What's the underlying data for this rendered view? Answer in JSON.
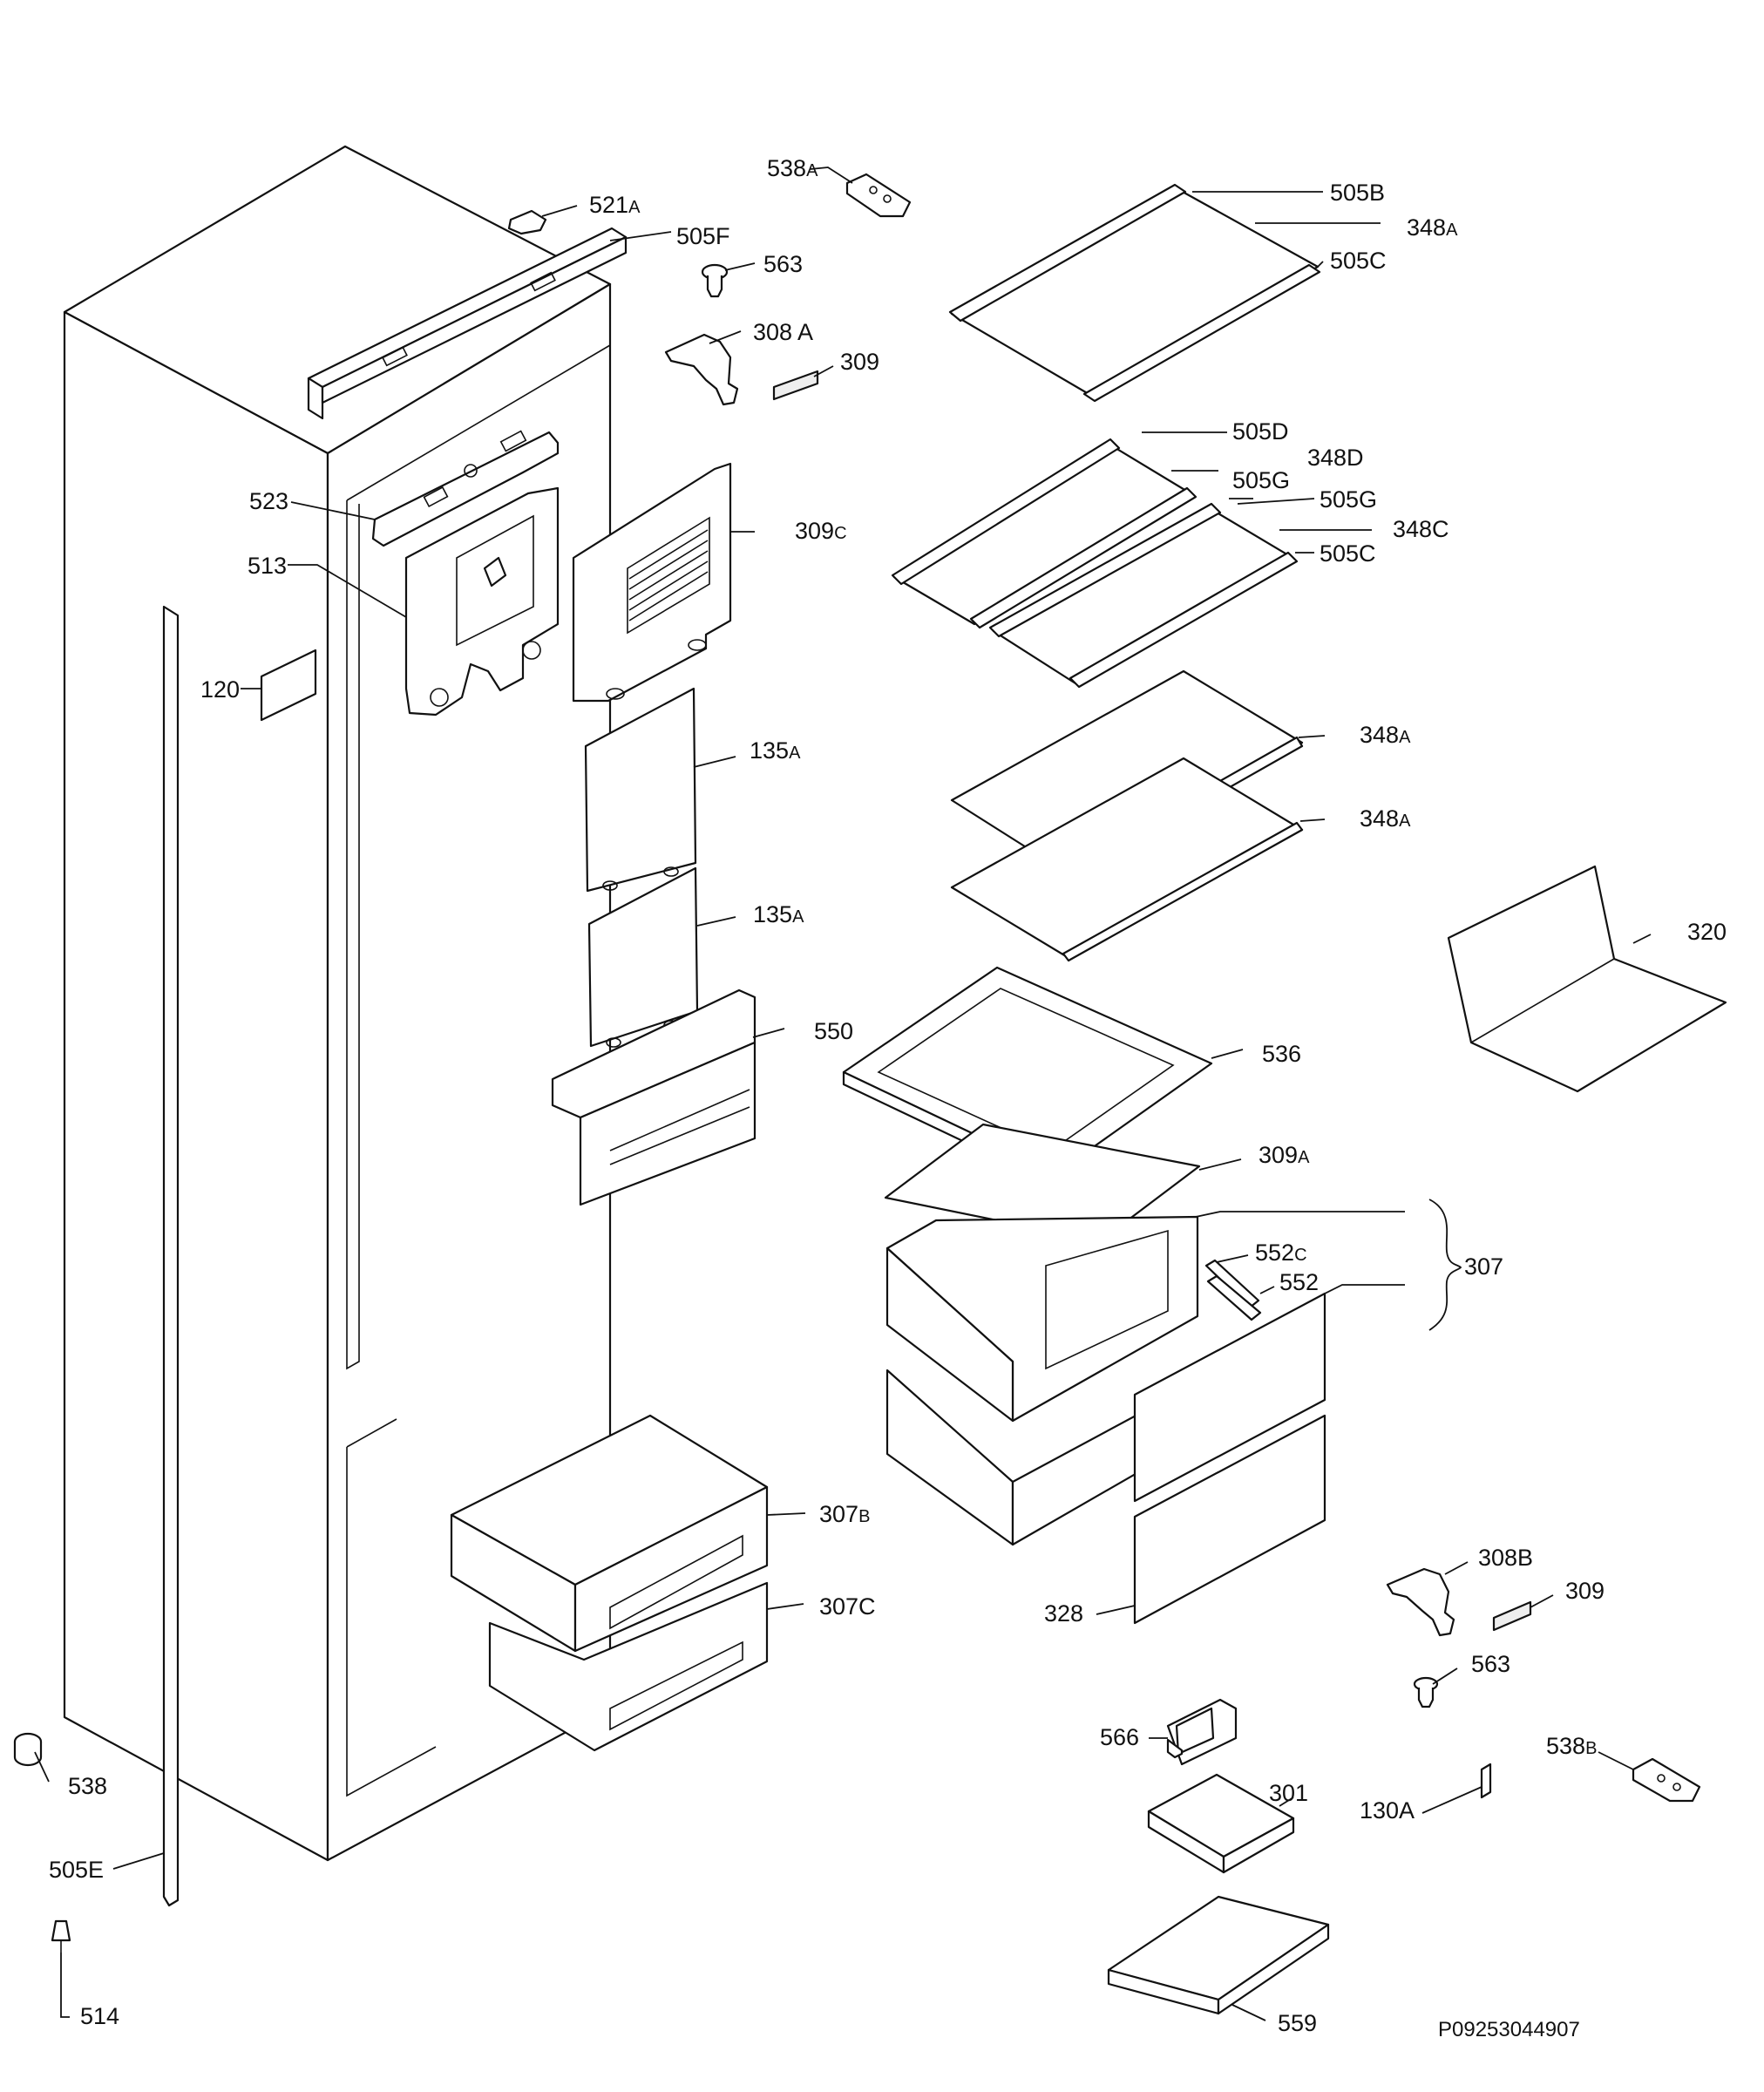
{
  "labels": [
    {
      "key": "l521a",
      "main": "521",
      "sub": "A"
    },
    {
      "key": "l538a",
      "main": "538",
      "sub": "A"
    },
    {
      "key": "l505f",
      "main": "505F",
      "sub": ""
    },
    {
      "key": "l563a",
      "main": "563",
      "sub": ""
    },
    {
      "key": "l308a",
      "main": "308 A",
      "sub": ""
    },
    {
      "key": "l309a",
      "main": "309",
      "sub": ""
    },
    {
      "key": "l505b",
      "main": "505B",
      "sub": ""
    },
    {
      "key": "l348a1",
      "main": "348",
      "sub": "A"
    },
    {
      "key": "l505c1",
      "main": "505C",
      "sub": ""
    },
    {
      "key": "l505d",
      "main": "505D",
      "sub": ""
    },
    {
      "key": "l348d",
      "main": "348D",
      "sub": ""
    },
    {
      "key": "l505g1",
      "main": "505G",
      "sub": ""
    },
    {
      "key": "l505g2",
      "main": "505G",
      "sub": ""
    },
    {
      "key": "l348c",
      "main": "348C",
      "sub": ""
    },
    {
      "key": "l505c2",
      "main": "505C",
      "sub": ""
    },
    {
      "key": "l523",
      "main": "523",
      "sub": ""
    },
    {
      "key": "l513",
      "main": "513",
      "sub": ""
    },
    {
      "key": "l309c",
      "main": "309",
      "sub": "C"
    },
    {
      "key": "l120",
      "main": "120",
      "sub": ""
    },
    {
      "key": "l135a1",
      "main": "135",
      "sub": "A"
    },
    {
      "key": "l348a2",
      "main": "348",
      "sub": "A"
    },
    {
      "key": "l348a3",
      "main": "348",
      "sub": "A"
    },
    {
      "key": "l135a2",
      "main": "135",
      "sub": "A"
    },
    {
      "key": "l320",
      "main": "320",
      "sub": ""
    },
    {
      "key": "l550",
      "main": "550",
      "sub": ""
    },
    {
      "key": "l536",
      "main": "536",
      "sub": ""
    },
    {
      "key": "l309a2",
      "main": "309",
      "sub": "A"
    },
    {
      "key": "l307",
      "main": "307",
      "sub": ""
    },
    {
      "key": "l552c",
      "main": "552",
      "sub": "C"
    },
    {
      "key": "l552",
      "main": "552",
      "sub": ""
    },
    {
      "key": "l307b",
      "main": "307",
      "sub": "B"
    },
    {
      "key": "l307c",
      "main": "307C",
      "sub": ""
    },
    {
      "key": "l308b",
      "main": "308B",
      "sub": ""
    },
    {
      "key": "l328",
      "main": "328",
      "sub": ""
    },
    {
      "key": "l309b",
      "main": "309",
      "sub": ""
    },
    {
      "key": "l563b",
      "main": "563",
      "sub": ""
    },
    {
      "key": "l566",
      "main": "566",
      "sub": ""
    },
    {
      "key": "l538b",
      "main": "538",
      "sub": "B"
    },
    {
      "key": "l538",
      "main": "538",
      "sub": ""
    },
    {
      "key": "l301",
      "main": "301",
      "sub": ""
    },
    {
      "key": "l130a",
      "main": "130A",
      "sub": ""
    },
    {
      "key": "l505e",
      "main": "505E",
      "sub": ""
    },
    {
      "key": "l514",
      "main": "514",
      "sub": ""
    },
    {
      "key": "l559",
      "main": "559",
      "sub": ""
    }
  ],
  "drawing_code": "P09253044907"
}
